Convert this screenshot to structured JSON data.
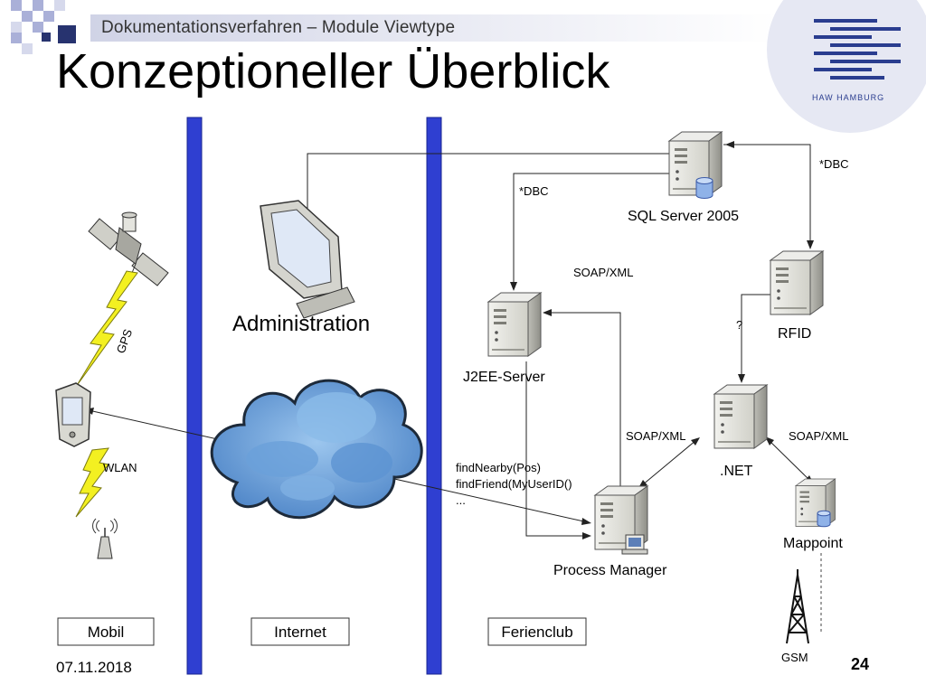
{
  "header": {
    "supertitle": "Dokumentationsverfahren – Module Viewtype",
    "title": "Konzeptioneller Überblick",
    "logo_text": "HAW HAMBURG"
  },
  "footer": {
    "date": "07.11.2018",
    "page": "24"
  },
  "zones": {
    "mobil": "Mobil",
    "internet": "Internet",
    "ferienclub": "Ferienclub"
  },
  "nodes": {
    "administration": "Administration",
    "sql_server": "SQL Server 2005",
    "j2ee": "J2EE-Server",
    "rfid": "RFID",
    "dotnet": ".NET",
    "mappoint": "Mappoint",
    "process_manager": "Process Manager",
    "gsm": "GSM"
  },
  "edge_labels": {
    "dbc_left": "*DBC",
    "dbc_right": "*DBC",
    "soap_top": "SOAP/XML",
    "soap_left": "SOAP/XML",
    "soap_right": "SOAP/XML",
    "question": "?",
    "gps": "GPS",
    "wlan": "WLAN",
    "method_1": "findNearby(Pos)",
    "method_2": "findFriend(MyUserID()",
    "method_3": "..."
  },
  "colors": {
    "divider_blue": "#2f3fd1",
    "logo_blue": "#2a3d8f",
    "logo_circle": "#e6e8f3",
    "square_dark": "#27336f",
    "square_light": "#aab0d8",
    "server_gray": "#e2e2dd",
    "cloud_blue": "#4f8fd0",
    "lightning": "#f3f021"
  }
}
